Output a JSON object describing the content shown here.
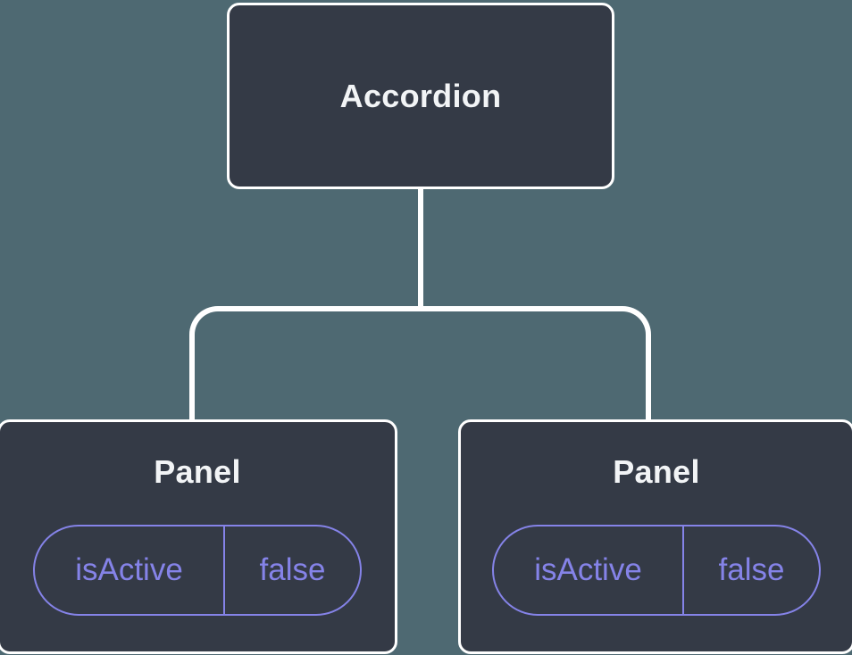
{
  "colors": {
    "background": "#4E6972",
    "node-fill": "#343A46",
    "node-border": "#FFFFFF",
    "node-text": "#F2F4F6",
    "accent-purple": "#8583E8"
  },
  "tree": {
    "root": {
      "label": "Accordion"
    },
    "children": [
      {
        "label": "Panel",
        "state": {
          "key": "isActive",
          "value": "false"
        }
      },
      {
        "label": "Panel",
        "state": {
          "key": "isActive",
          "value": "false"
        }
      }
    ]
  }
}
